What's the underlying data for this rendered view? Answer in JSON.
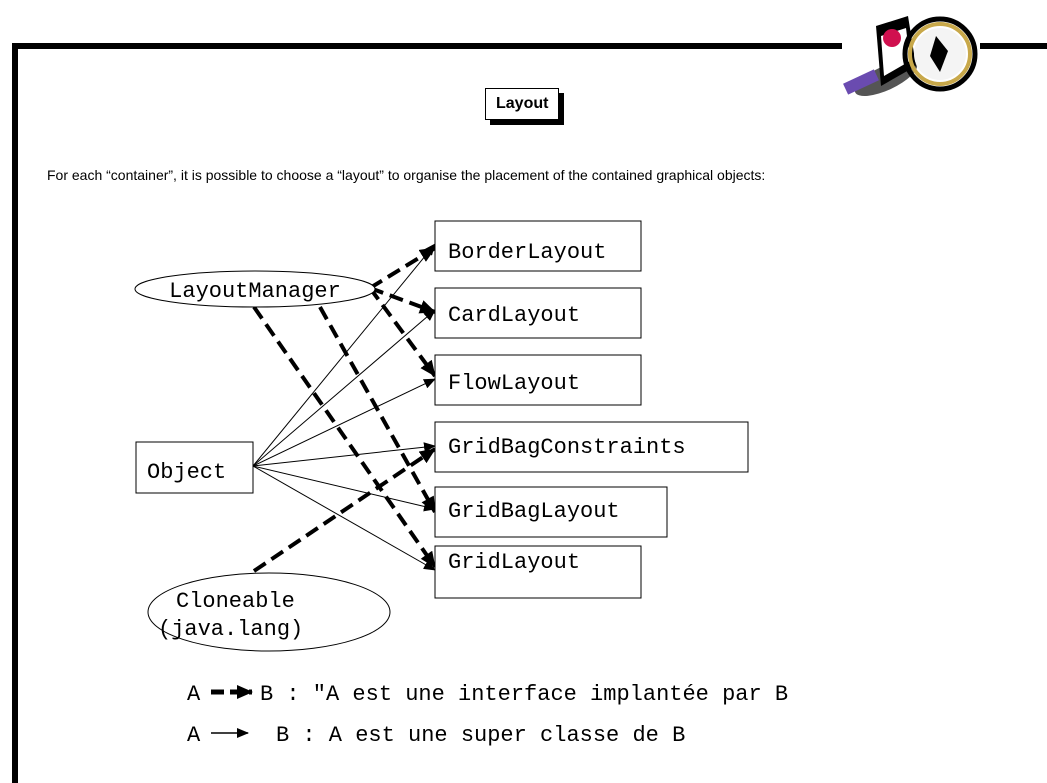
{
  "title": "Layout",
  "intro": "For each “container”, it is possible to choose a “layout” to organise the placement of the contained graphical objects:",
  "nodes": {
    "layout_manager": "LayoutManager",
    "object": "Object",
    "cloneable_line1": "Cloneable",
    "cloneable_line2": "(java.lang)",
    "border_layout": "BorderLayout",
    "card_layout": "CardLayout",
    "flow_layout": "FlowLayout",
    "grid_bag_constraints": "GridBagConstraints",
    "grid_bag_layout": "GridBagLayout",
    "grid_layout": "GridLayout"
  },
  "legend": {
    "interface_a": "A",
    "interface_text": "B : \"A est une interface implantée par B",
    "superclass_a": "A",
    "superclass_text": "B : A est une super classe de B"
  },
  "colors": {
    "line": "#000000",
    "background": "#ffffff"
  },
  "icons": [
    "duke-magnifier-mascot-icon"
  ]
}
